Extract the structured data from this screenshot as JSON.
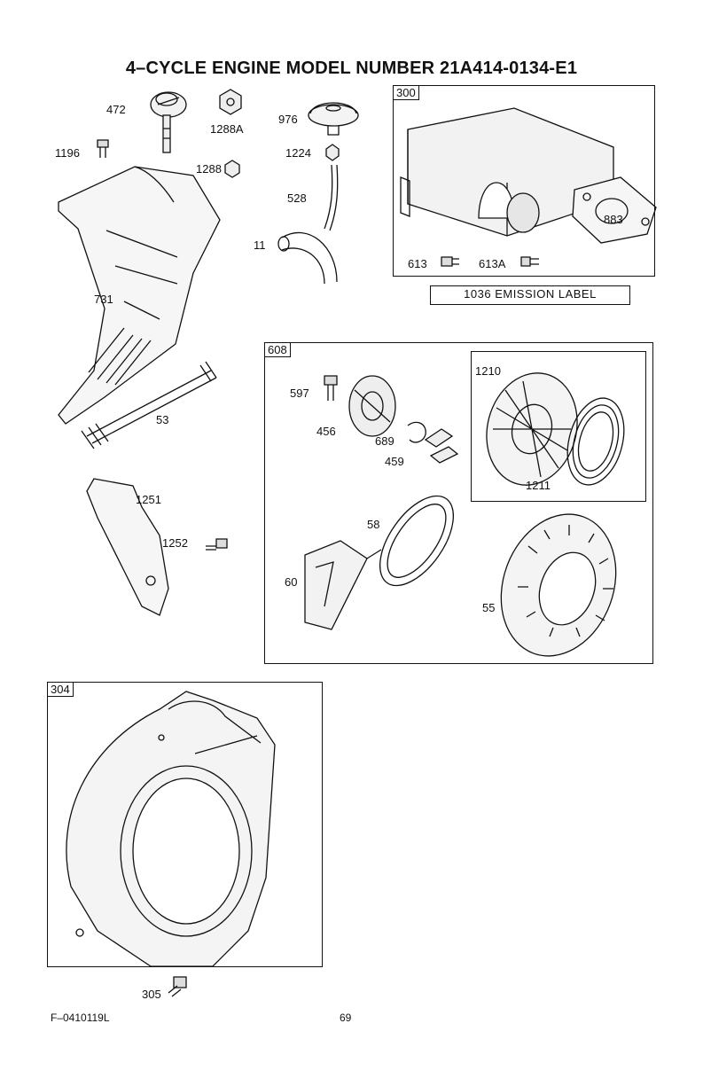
{
  "title": "4–CYCLE ENGINE MODEL NUMBER 21A414-0134-E1",
  "boxes": {
    "muffler": "300",
    "starter": "608",
    "housing": "304"
  },
  "emission_label": "1036 EMISSION LABEL",
  "parts": {
    "p472": "472",
    "p1288A": "1288A",
    "p976": "976",
    "p1196": "1196",
    "p1288": "1288",
    "p1224": "1224",
    "p528": "528",
    "p11": "11",
    "p731": "731",
    "p53": "53",
    "p1251": "1251",
    "p1252": "1252",
    "p883": "883",
    "p613": "613",
    "p613A": "613A",
    "p597": "597",
    "p456": "456",
    "p689": "689",
    "p459": "459",
    "p1210": "1210",
    "p1211": "1211",
    "p58": "58",
    "p60": "60",
    "p55": "55",
    "p305": "305"
  },
  "footer": {
    "code": "F–0410119L",
    "page": "69"
  }
}
